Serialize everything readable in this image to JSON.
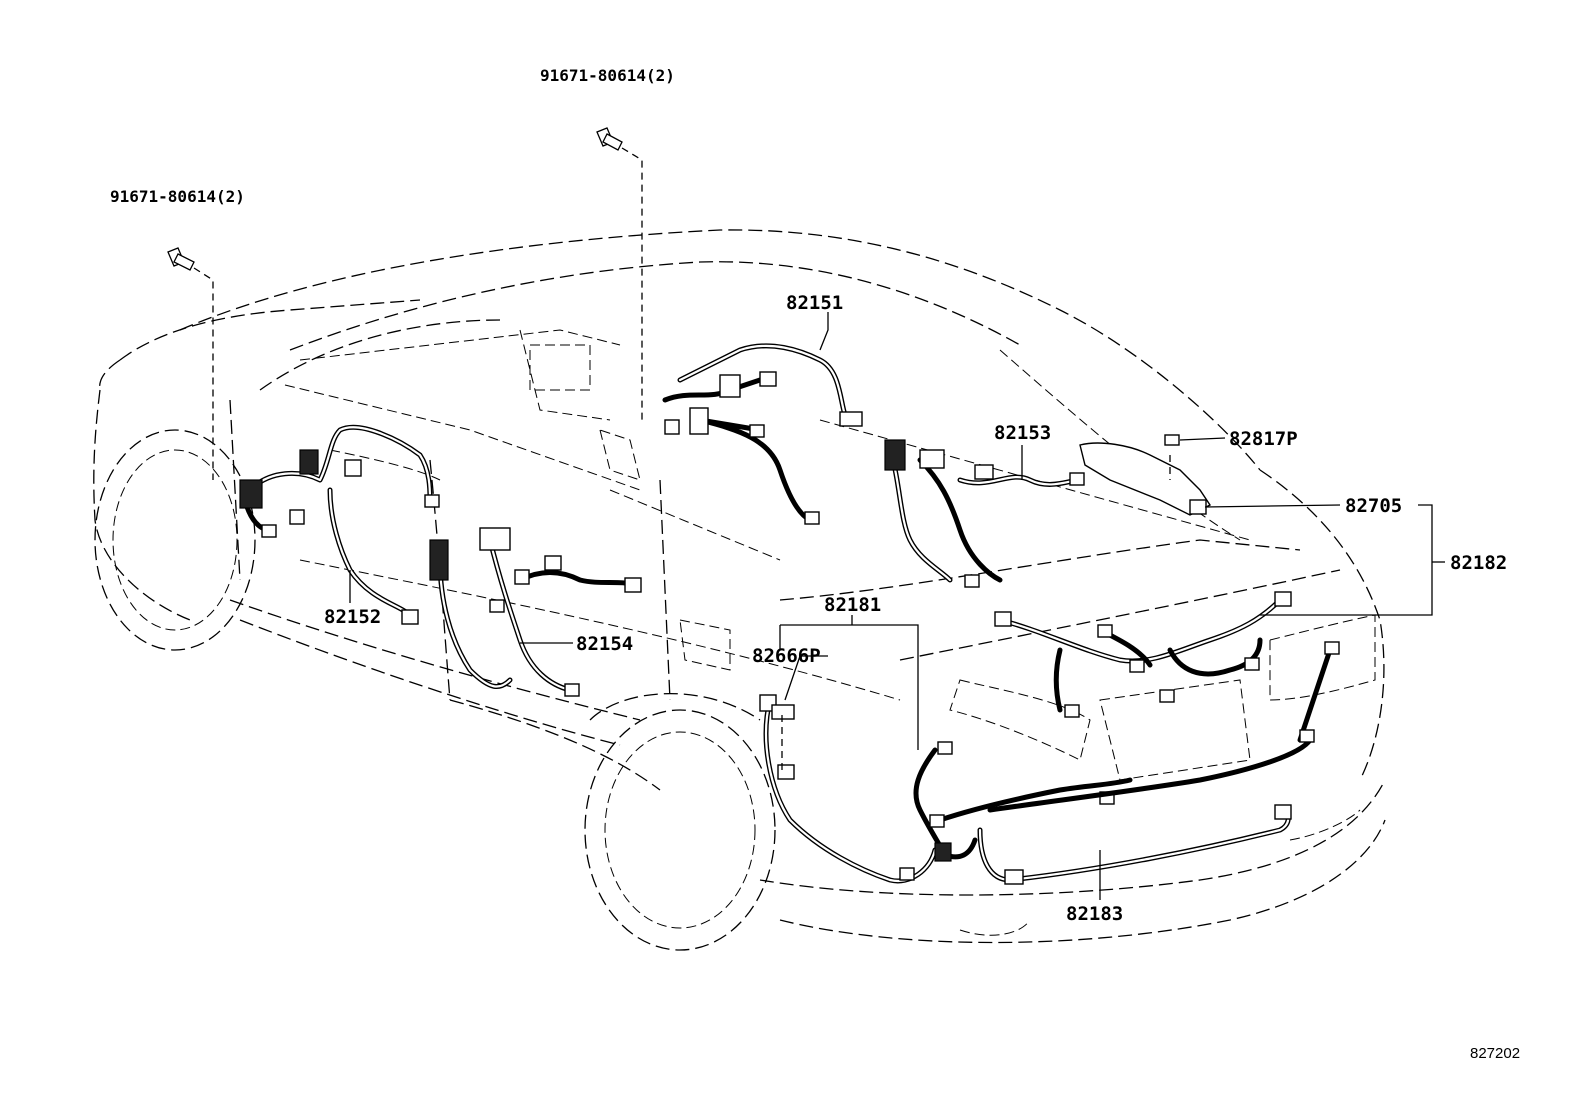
{
  "diagram": {
    "figure_number": "827202",
    "callouts": {
      "bolt_front": "91671-80614(2)",
      "bolt_top": "91671-80614(2)",
      "p82151": "82151",
      "p82152": "82152",
      "p82153": "82153",
      "p82154": "82154",
      "p82181": "82181",
      "p82182": "82182",
      "p82183": "82183",
      "p82666P": "82666P",
      "p82705": "82705",
      "p82817P": "82817P"
    }
  }
}
